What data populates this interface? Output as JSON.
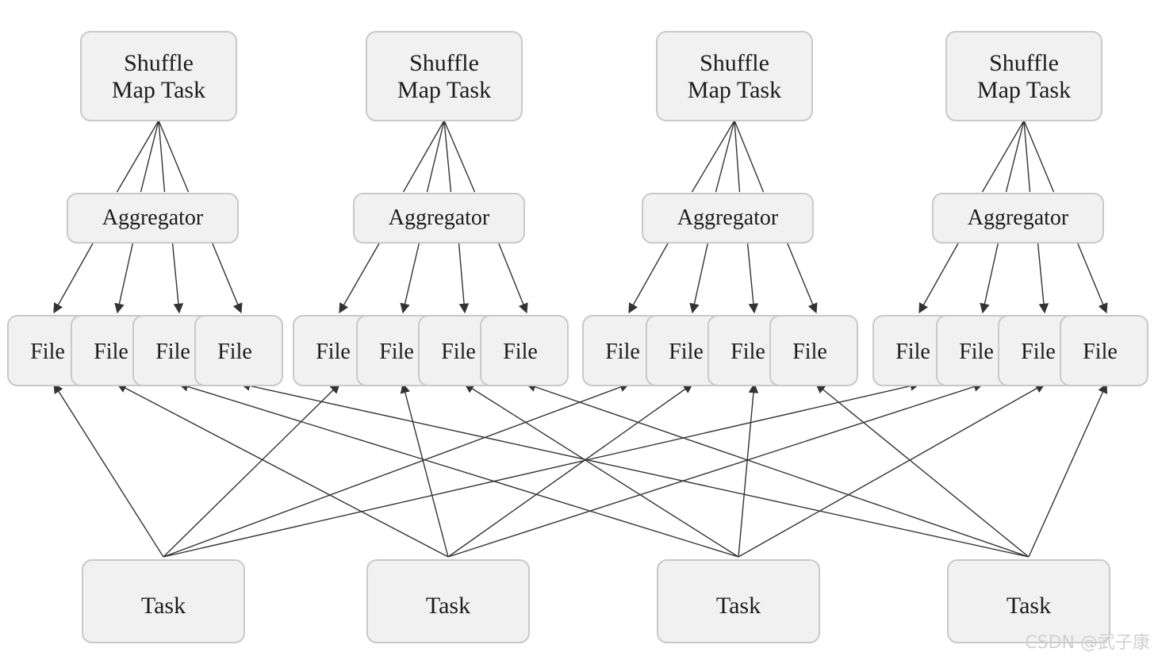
{
  "diagram": {
    "groups": [
      {
        "mapper": {
          "line1": "Shuffle",
          "line2": "Map Task"
        },
        "aggregator": "Aggregator",
        "files": [
          "File",
          "File",
          "File",
          "File"
        ]
      },
      {
        "mapper": {
          "line1": "Shuffle",
          "line2": "Map Task"
        },
        "aggregator": "Aggregator",
        "files": [
          "File",
          "File",
          "File",
          "File"
        ]
      },
      {
        "mapper": {
          "line1": "Shuffle",
          "line2": "Map Task"
        },
        "aggregator": "Aggregator",
        "files": [
          "File",
          "File",
          "File",
          "File"
        ]
      },
      {
        "mapper": {
          "line1": "Shuffle",
          "line2": "Map Task"
        },
        "aggregator": "Aggregator",
        "files": [
          "File",
          "File",
          "File",
          "File"
        ]
      }
    ],
    "reducers": [
      "Task",
      "Task",
      "Task",
      "Task"
    ],
    "edges": {
      "mapper_to_aggregator": "plain lines",
      "aggregator_to_files": "arrows",
      "task_to_files": "arrows (each Task reads one File from every group)"
    }
  },
  "watermark": "CSDN @武子康",
  "colors": {
    "box_fill": "#f1f1f1",
    "box_stroke": "#c9c9c9",
    "line": "#333333",
    "text": "#1c1c1c"
  }
}
